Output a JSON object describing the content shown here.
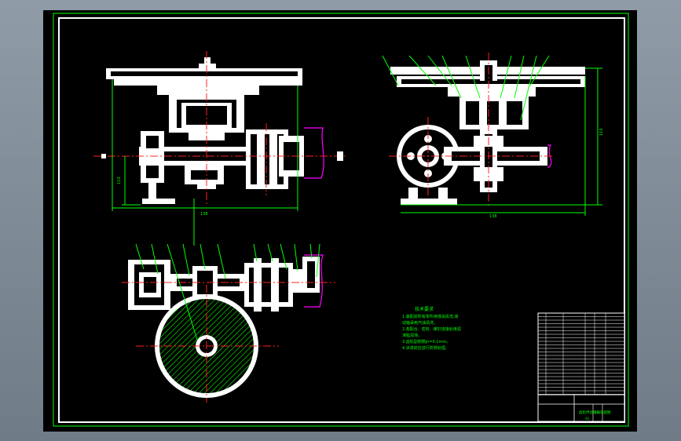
{
  "drawing": {
    "views": [
      "front-view",
      "side-view",
      "top-view"
    ],
    "dimensions": {
      "front_width": "138",
      "front_height": "110",
      "side_width": "138",
      "side_height": "110"
    },
    "tech_notes": {
      "title": "技术要求",
      "lines": [
        "1.装配前所有零件用煤油清洗,滚",
        "  动轴承用汽油清洗。",
        "2.各配合、密封、螺钉连接处用润",
        "  滑脂润滑。",
        "3.齿轮副侧隙jn=0.1mm。",
        "4.涂漆前应进行防锈处理。"
      ]
    },
    "title_block": {
      "drawing_name": "齿轮传动机构装配图",
      "scale": "1:1",
      "sheet": "A1"
    }
  },
  "colors": {
    "background": "#000000",
    "outline": "#ffffff",
    "dimension": "#00ff00",
    "centerline": "#ff2020",
    "break_line": "#ff00ff",
    "frame": "#00ff00"
  }
}
